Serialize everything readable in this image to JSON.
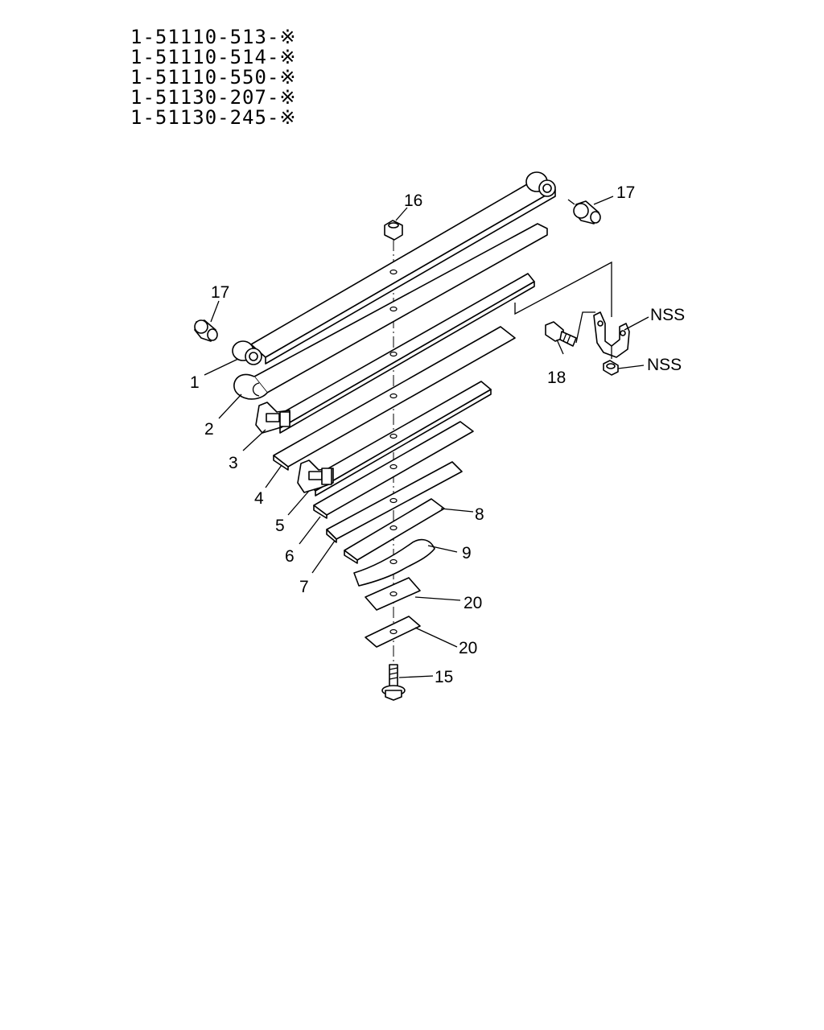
{
  "part_numbers": [
    "1-51110-513-※",
    "1-51110-514-※",
    "1-51110-550-※",
    "1-51130-207-※",
    "1-51130-245-※"
  ],
  "callouts": {
    "c1": "1",
    "c2": "2",
    "c3": "3",
    "c4": "4",
    "c5": "5",
    "c6": "6",
    "c7": "7",
    "c8": "8",
    "c9": "9",
    "c15": "15",
    "c16": "16",
    "c17_left": "17",
    "c17_right": "17",
    "c18": "18",
    "c20_upper": "20",
    "c20_lower": "20",
    "nss_bracket": "NSS",
    "nss_nut": "NSS"
  }
}
